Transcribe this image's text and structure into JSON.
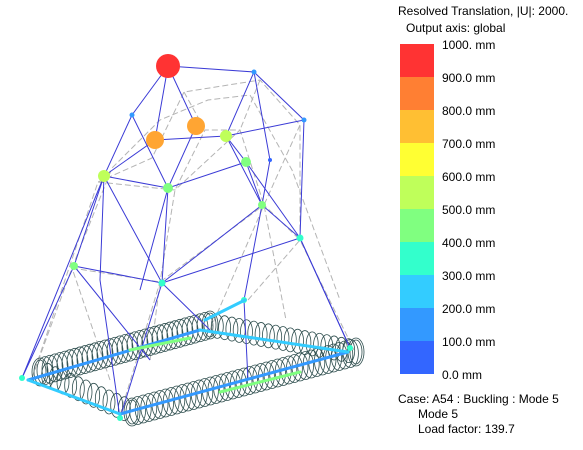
{
  "legend": {
    "title": "Resolved Translation, |U|: 2000.",
    "subtitle": "Output axis: global",
    "levels": [
      {
        "label": "1000. mm",
        "color": "#ff3333"
      },
      {
        "label": "900.0 mm",
        "color": "#ff7f33"
      },
      {
        "label": "800.0 mm",
        "color": "#ffbf33"
      },
      {
        "label": "700.0 mm",
        "color": "#ffff33"
      },
      {
        "label": "600.0 mm",
        "color": "#bfff5a"
      },
      {
        "label": "500.0 mm",
        "color": "#80ff80"
      },
      {
        "label": "400.0 mm",
        "color": "#33ffcc"
      },
      {
        "label": "300.0 mm",
        "color": "#33ccff"
      },
      {
        "label": "200.0 mm",
        "color": "#3399ff"
      },
      {
        "label": "100.0 mm",
        "color": "#3366ff"
      },
      {
        "label": "0.0 mm",
        "color": null
      }
    ]
  },
  "case_info": {
    "line1": "Case: A54 : Buckling : Mode 5",
    "line2": "Mode 5",
    "line3": "Load factor: 139.7"
  },
  "colors": {
    "member": "#3b3bd6",
    "undeformed": "#b4b4b4",
    "mesh": "#2f4f4f"
  }
}
